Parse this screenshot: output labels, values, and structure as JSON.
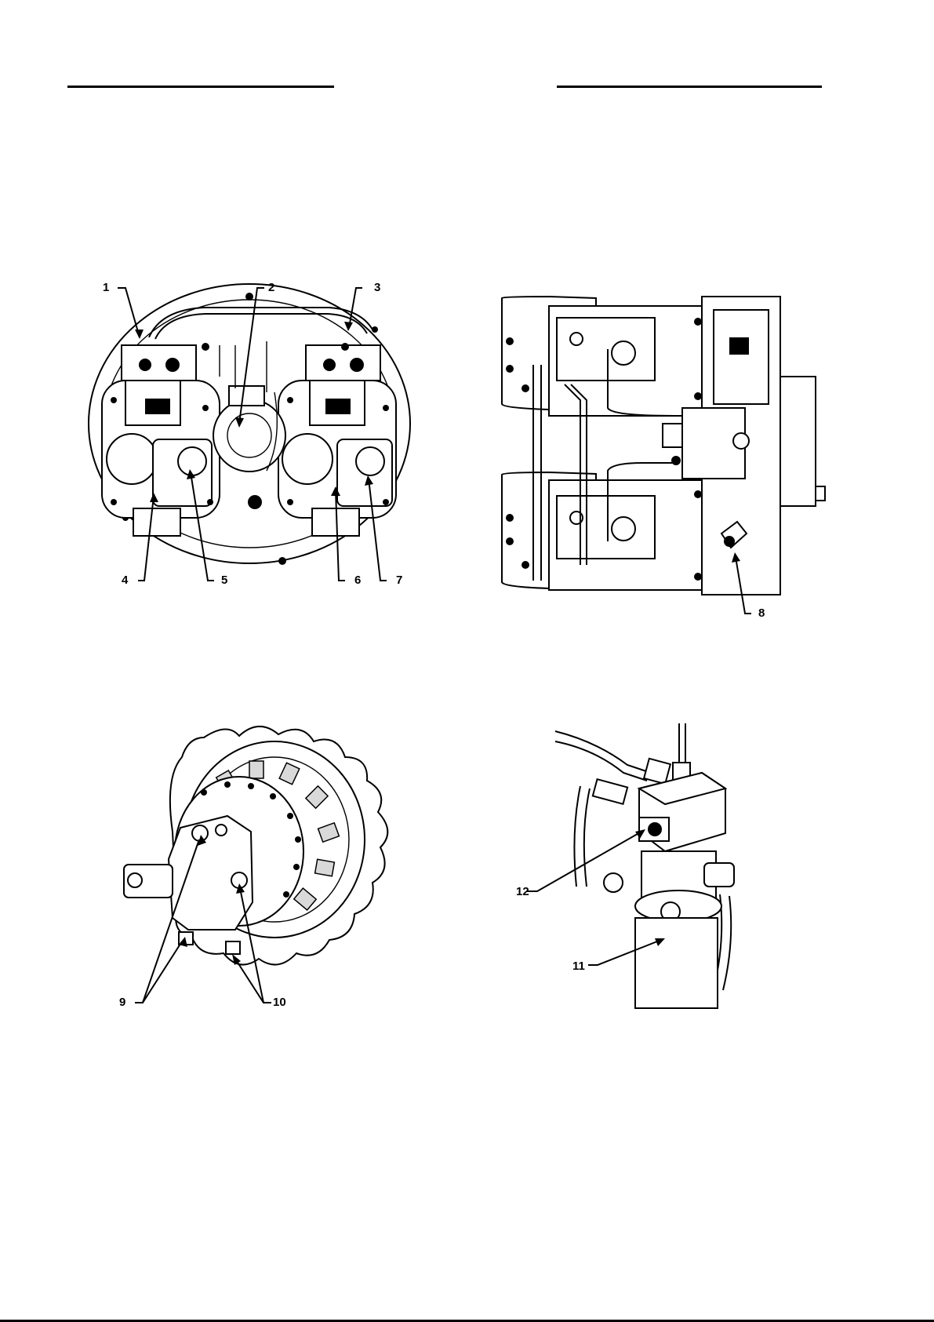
{
  "figure_topleft": {
    "callouts": [
      "1",
      "2",
      "3",
      "4",
      "5",
      "6",
      "7"
    ]
  },
  "figure_topright": {
    "callouts": [
      "8"
    ]
  },
  "figure_bottomleft": {
    "callouts": [
      "9",
      "10"
    ]
  },
  "figure_bottomright": {
    "callouts": [
      "11",
      "12"
    ]
  },
  "colors": {
    "ink": "#000000",
    "paper": "#ffffff"
  }
}
